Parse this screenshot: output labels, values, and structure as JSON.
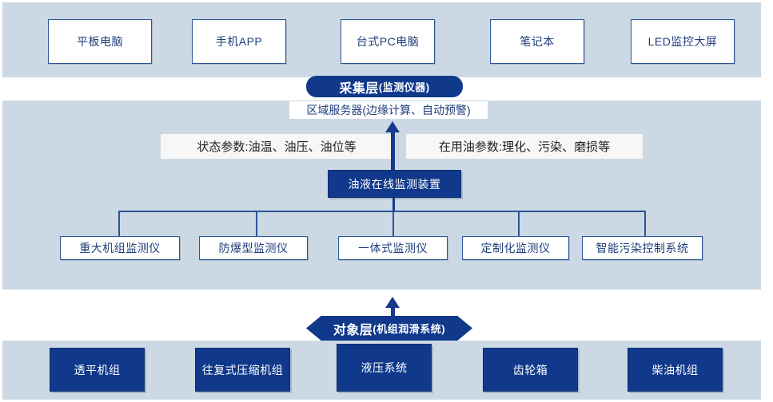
{
  "diagram": {
    "title_layers": {
      "collection": {
        "main": "采集层",
        "sub": "(监测仪器)"
      },
      "object": {
        "main": "对象层",
        "sub": " (机组润滑系统)"
      }
    },
    "top_row": {
      "name": "display-terminals",
      "items": [
        {
          "label": "平板电脑"
        },
        {
          "label": "手机APP"
        },
        {
          "label": "台式PC电脑"
        },
        {
          "label": "笔记本"
        },
        {
          "label": "LED监控大屏"
        }
      ]
    },
    "server": {
      "label": "区域服务器(边缘计算、自动预警)"
    },
    "param_labels": [
      {
        "label": "状态参数:油温、油压、油位等"
      },
      {
        "label": "在用油参数:理化、污染、磨损等"
      }
    ],
    "device": {
      "label": "油液在线监测装置"
    },
    "monitor_row": {
      "name": "monitor-variants",
      "items": [
        {
          "label": "重大机组监测仪"
        },
        {
          "label": "防爆型监测仪"
        },
        {
          "label": "一体式监测仪"
        },
        {
          "label": "定制化监测仪"
        },
        {
          "label": "智能污染控制系统"
        }
      ]
    },
    "bottom_row": {
      "name": "equipment-objects",
      "items": [
        {
          "label": "透平机组"
        },
        {
          "label": "往复式压缩机组"
        },
        {
          "label": "液压系统"
        },
        {
          "label": "齿轮箱"
        },
        {
          "label": "柴油机组"
        }
      ]
    },
    "colors": {
      "band": "#ccd9e4",
      "deep_blue": "#10398c",
      "outline_blue": "#2c5596",
      "text_blue": "#1f3d7a",
      "label_bg": "#f7f7f7",
      "white": "#ffffff"
    }
  }
}
